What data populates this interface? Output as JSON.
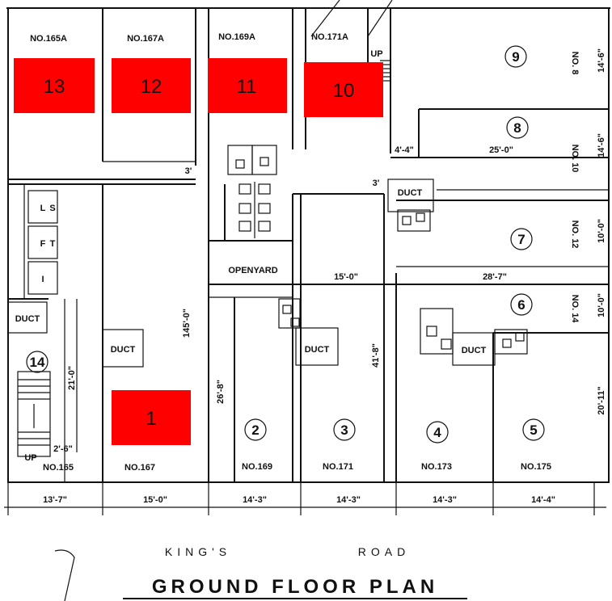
{
  "title": "GROUND FLOOR PLAN",
  "road": {
    "kings": "KING'S",
    "road": "ROAD"
  },
  "highlight_color": "#ff0000",
  "highlight_units": [
    "13",
    "12",
    "11",
    "10",
    "1"
  ],
  "unit_circles": [
    "1",
    "2",
    "3",
    "4",
    "5",
    "6",
    "7",
    "8",
    "9",
    "14"
  ],
  "plot_labels": {
    "no165a": "NO.165A",
    "no167a": "NO.167A",
    "no169a": "NO.169A",
    "no171a": "NO.171A",
    "no165": "NO.165",
    "no167": "NO.167",
    "no169": "NO.169",
    "no171": "NO.171",
    "no173": "NO.173",
    "no175": "NO.175",
    "no8": "NO. 8",
    "no10": "NO. 10",
    "no12": "NO. 12",
    "no14": "NO. 14"
  },
  "room_labels": {
    "duct": "DUCT",
    "openyard": "OPENYARD",
    "up": "UP",
    "lifts": [
      "L",
      "I",
      "F",
      "T",
      "S"
    ]
  },
  "dimensions": {
    "front": [
      "13'-7\"",
      "15'-0\"",
      "14'-3\"",
      "14'-3\"",
      "14'-3\"",
      "14'-4\""
    ],
    "d25_0": "25'-0\"",
    "d28_7": "28'-7\"",
    "d15_0": "15'-0\"",
    "d4_4": "4'-4\"",
    "d3a": "3'",
    "d3b": "3'",
    "d145_0": "145'-0\"",
    "d41_8": "41'-8\"",
    "d26_8": "26'-8\"",
    "d21_0": "21'-0\"",
    "d2_6": "2'-6\"",
    "d14_6a": "14'-6\"",
    "d14_6b": "14'-6\"",
    "d10_0a": "10'-0\"",
    "d10_0b": "10'-0\"",
    "d20_11": "20'-11\""
  }
}
